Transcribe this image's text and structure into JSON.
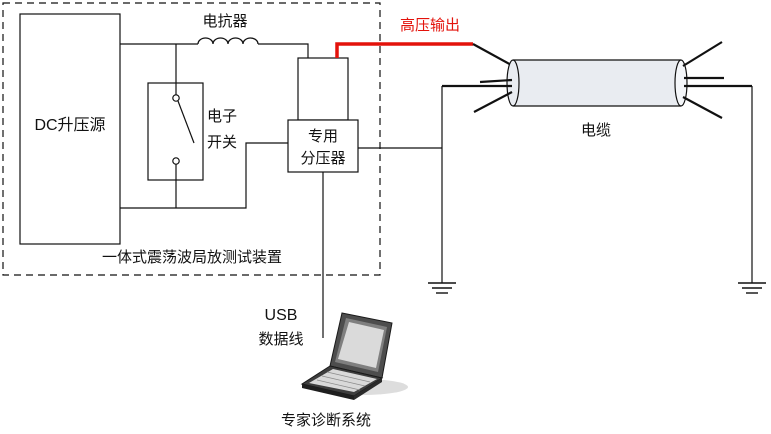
{
  "colors": {
    "line": "#111111",
    "high_voltage_output": "#e3120b",
    "cable_fill": "#e9ecf1"
  },
  "labels": {
    "source": "DC升压源",
    "reactor": "电抗器",
    "switch_line1": "电子",
    "switch_line2": "开关",
    "divider_line1": "专用",
    "divider_line2": "分压器",
    "hv_output": "高压输出",
    "cable": "电缆",
    "device": "一体式震荡波局放测试装置",
    "usb_line1": "USB",
    "usb_line2": "数据线",
    "expert_system": "专家诊断系统"
  },
  "icons": {
    "reactor": "inductor-coil-icon",
    "switch": "open-switch-icon",
    "ground": "ground-symbol-icon",
    "laptop": "laptop-icon"
  }
}
